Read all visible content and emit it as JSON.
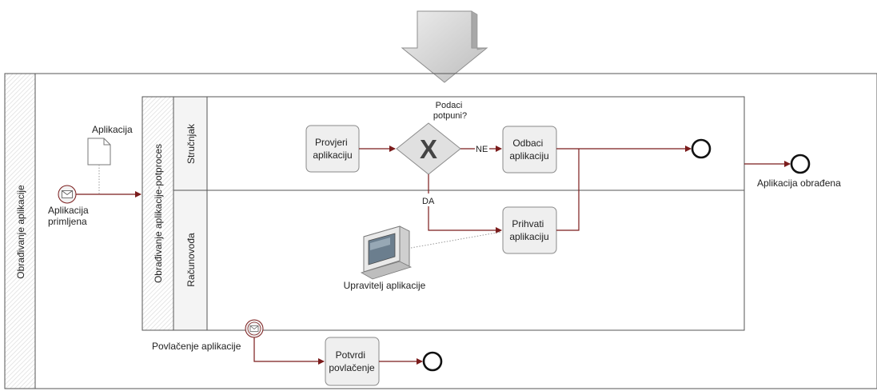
{
  "pool": {
    "label": "Obrađivanje aplikacije"
  },
  "subprocess": {
    "label": "Obrađivanje aplikacije-potproces"
  },
  "lanes": [
    {
      "label": "Stručnjak"
    },
    {
      "label": "Računovođa"
    }
  ],
  "data_object": {
    "label": "Aplikacija"
  },
  "start_event": {
    "label_line1": "Aplikacija",
    "label_line2": "primljena"
  },
  "tasks": {
    "check": {
      "line1": "Provjeri",
      "line2": "aplikaciju"
    },
    "reject": {
      "line1": "Odbaci",
      "line2": "aplikaciju"
    },
    "accept": {
      "line1": "Prihvati",
      "line2": "aplikaciju"
    },
    "confirm": {
      "line1": "Potvrdi",
      "line2": "povlačenje"
    }
  },
  "gateway": {
    "symbol": "X",
    "question_line1": "Podaci",
    "question_line2": "potpuni?"
  },
  "flow_labels": {
    "no": "NE",
    "yes": "DA"
  },
  "system": {
    "label": "Upravitelj aplikacije",
    "icon": "computer-monitor-icon"
  },
  "boundary_event": {
    "label": "Povlačenje aplikacije"
  },
  "end_event_outer": {
    "label": "Aplikacija obrađena"
  },
  "colors": {
    "flow": "#7b1c1c",
    "task_fill": "#efefef",
    "arrow_fill": "#dcdcdc"
  }
}
